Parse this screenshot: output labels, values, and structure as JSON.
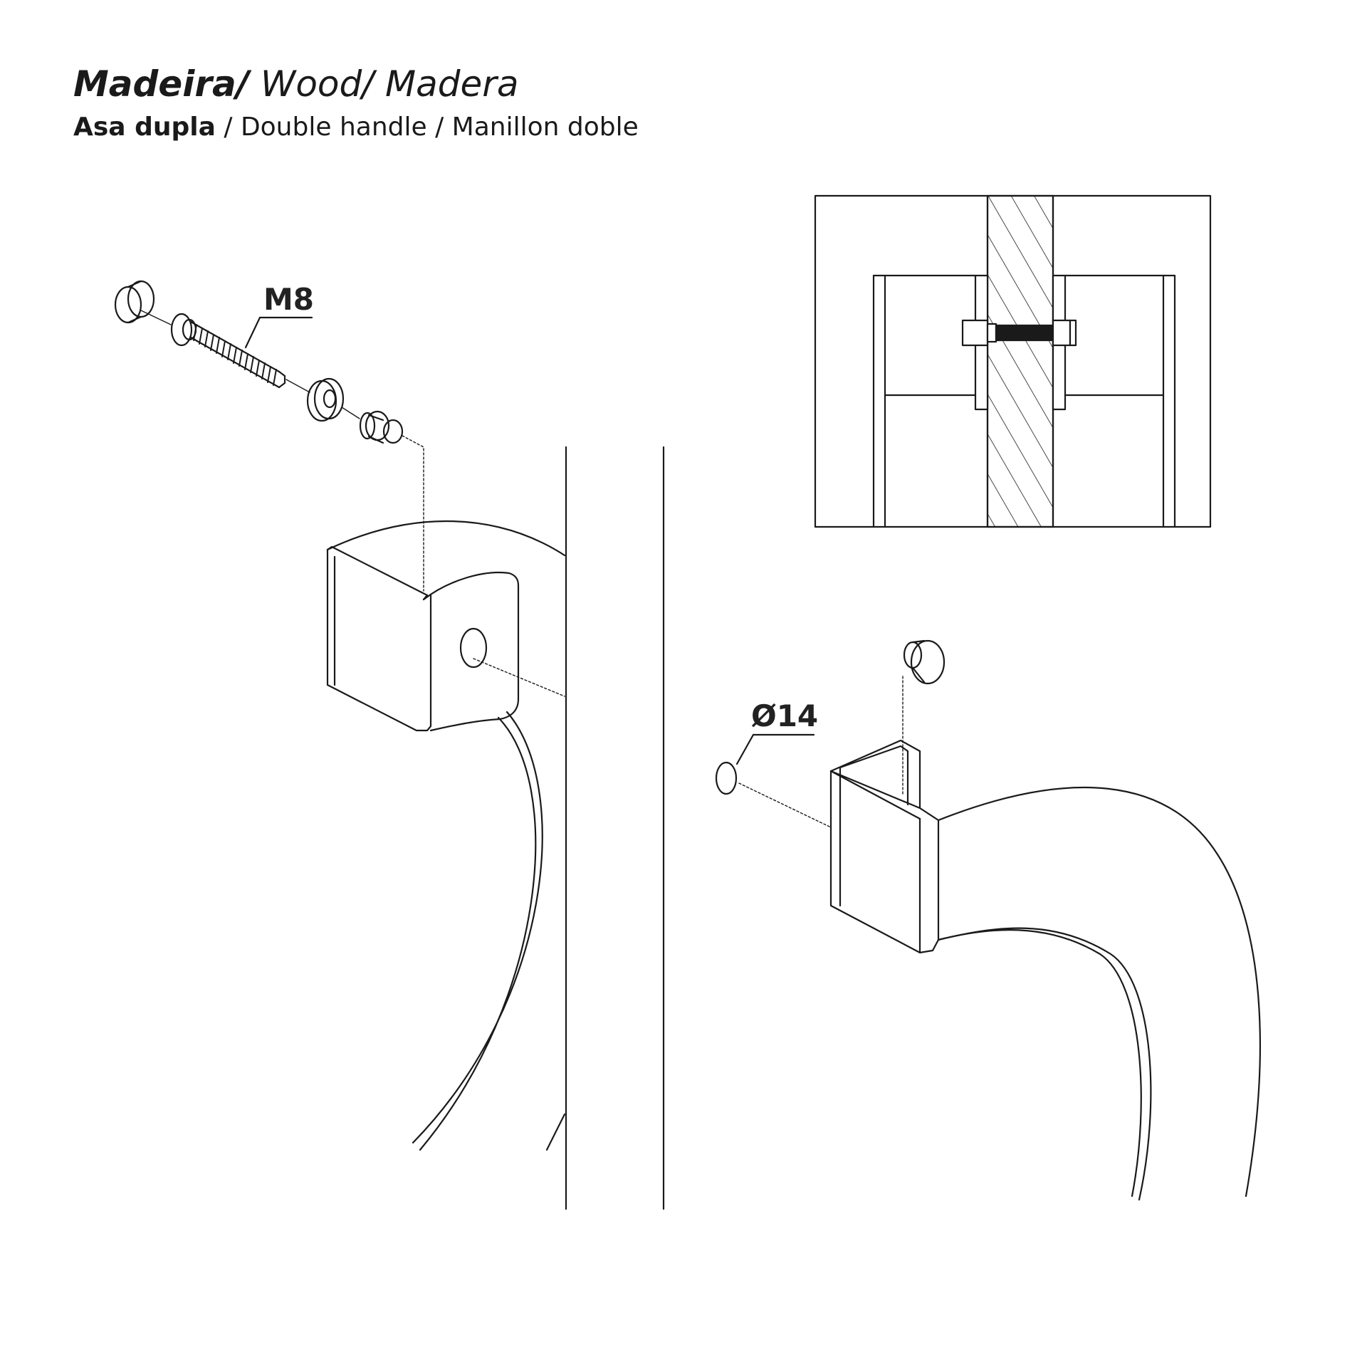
{
  "header": {
    "title_pt": "Madeira/",
    "title_rest": " Wood/ Madera",
    "subtitle_pt": "Asa  dupla",
    "subtitle_rest": " / Double handle / Manillon doble"
  },
  "labels": {
    "bolt": "M8",
    "diameter": "Ø14"
  },
  "colors": {
    "line": "#1a1a1a",
    "background": "#ffffff"
  }
}
